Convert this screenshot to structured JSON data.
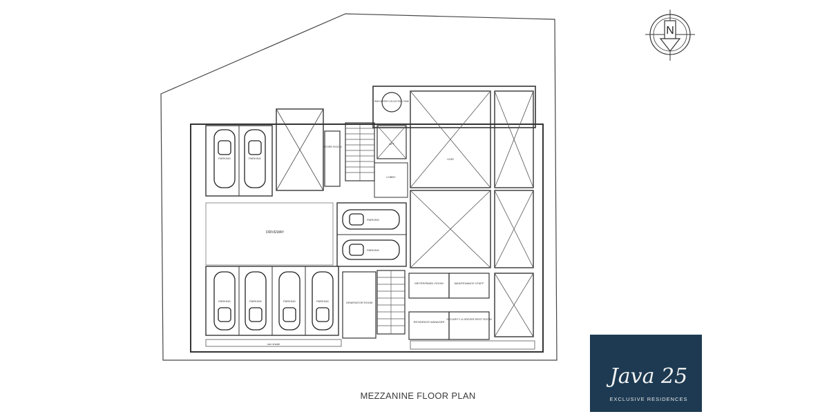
{
  "caption": "MEZZANINE FLOOR PLAN",
  "brand": {
    "name": "Java 25",
    "subtitle": "EXCLUSIVE RESIDENCES",
    "background_color": "#1d3a52"
  },
  "compass": {
    "letter": "N"
  },
  "labels": {
    "driveway": "DRIVEWAY",
    "store_room": "STORE ROOM",
    "lobby": "LOBBY",
    "generator_room": "GENERATOR ROOM",
    "meter_panel_room": "METER/PANEL ROOM",
    "maintenance_staff": "MAINTENANCE STAFF",
    "residence_manager": "RESIDENCE MANAGER",
    "security_driver_rest_room": "SECURITY & DRIVER REST ROOM",
    "rain_water_collecting_tank": "RAIN WATER COLLECTING TANK",
    "lift": "LIFT",
    "void": "VOID",
    "sun_shade": "sun shade",
    "parking": "PARKING"
  }
}
